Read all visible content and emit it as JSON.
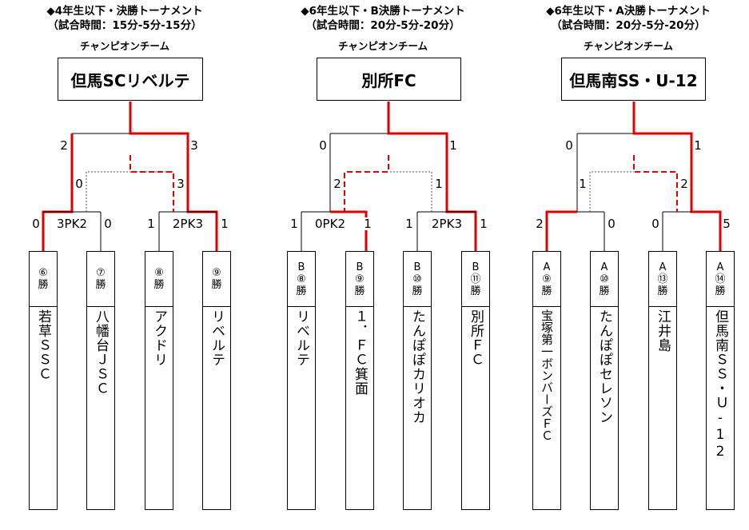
{
  "brackets": [
    {
      "title": "◆4年生以下・決勝トーナメント",
      "time": "（試合時間：15分‐5分‐15分）",
      "champion_label": "チャンピオンチーム",
      "champion": "但馬SCリベルテ",
      "final_scores": [
        "2",
        "3"
      ],
      "semi_scores": [
        "0",
        "3"
      ],
      "left_pk": "3PK2",
      "right_pk": "2PK3",
      "first_round_scores": [
        "0",
        "0",
        "1",
        "1"
      ],
      "teams": [
        {
          "seed": [
            "⑥",
            "勝"
          ],
          "name": "若草ＳＳＣ"
        },
        {
          "seed": [
            "⑦",
            "勝"
          ],
          "name": "八幡台ＪＳＣ"
        },
        {
          "seed": [
            "⑧",
            "勝"
          ],
          "name": "アクドリ"
        },
        {
          "seed": [
            "⑨",
            "勝"
          ],
          "name": "リベルテ"
        }
      ]
    },
    {
      "title": "◆6年生以下・B決勝トーナメント",
      "time": "（試合時間：20分‐5分‐20分）",
      "champion_label": "チャンピオンチーム",
      "champion": "別所FC",
      "final_scores": [
        "0",
        "1"
      ],
      "semi_scores": [
        "2",
        "1"
      ],
      "left_pk": "0PK2",
      "right_pk": "2PK3",
      "first_round_scores": [
        "1",
        "1",
        "1",
        "1"
      ],
      "teams": [
        {
          "seed": [
            "B",
            "⑧",
            "勝"
          ],
          "name": "リベルテ"
        },
        {
          "seed": [
            "B",
            "⑨",
            "勝"
          ],
          "name": "１．ＦＣ箕面"
        },
        {
          "seed": [
            "B",
            "⑩",
            "勝"
          ],
          "name": "たんぽぽカリオカ"
        },
        {
          "seed": [
            "B",
            "⑪",
            "勝"
          ],
          "name": "別所ＦＣ"
        }
      ]
    },
    {
      "title": "◆6年生以下・A決勝トーナメント",
      "time": "（試合時間：20分‐5分‐20分）",
      "champion_label": "チャンピオンチーム",
      "champion": "但馬南SS・U‐12",
      "final_scores": [
        "0",
        "1"
      ],
      "semi_scores": [
        "1",
        "2"
      ],
      "left_pk": "",
      "right_pk": "",
      "first_round_scores": [
        "2",
        "0",
        "0",
        "5"
      ],
      "teams": [
        {
          "seed": [
            "A",
            "⑨",
            "勝"
          ],
          "name": "宝塚第一ボンバーズＦＣ"
        },
        {
          "seed": [
            "A",
            "⑩",
            "勝"
          ],
          "name": "たんぽぽセレソン"
        },
        {
          "seed": [
            "A",
            "⑬",
            "勝"
          ],
          "name": "江井島"
        },
        {
          "seed": [
            "A",
            "⑭",
            "勝"
          ],
          "name": "但馬南ＳＳ・Ｕ‐12"
        }
      ]
    }
  ],
  "colors": {
    "winner_line": "#e00000",
    "line": "#000000",
    "dotted_line": "#555555"
  }
}
